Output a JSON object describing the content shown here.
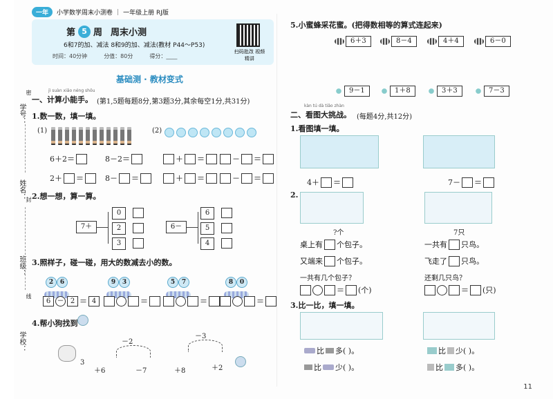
{
  "topbar": {
    "badge": "一年",
    "series": "小学数学周末小测卷",
    "edition": "一年级上册 RJ版"
  },
  "header": {
    "week_prefix": "第",
    "week_number": "5",
    "week_suffix": "周",
    "title": "周末小测",
    "subtitle": "6和7的加、减法  8和9的加、减法(教材 P44～P53)",
    "time": "时间：40分钟",
    "score_total": "分值：80分",
    "score": "得分：____",
    "qr_label": "扫码批改 视频精讲"
  },
  "sidebar": {
    "student_no": "学号：",
    "name": "姓名：",
    "class": "班级：",
    "school": "学校：",
    "cut1": "密",
    "cut2": "封",
    "cut3": "线"
  },
  "section": {
    "title": "基础测 · 教材变式"
  },
  "part1": {
    "pinyin": "jì suàn xiǎo néng shǒu",
    "title": "一、计算小能手。",
    "instructions": "(第1,5题每题8分,第3题3分,其余每空1分,共31分)"
  },
  "q1": {
    "title": "1.数一数，填一填。",
    "label1": "(1)",
    "label2": "(2)",
    "eq_left": [
      "6＋2＝",
      "8－2＝",
      "2＋",
      "8－"
    ],
    "eq_right_ops": [
      "＋",
      "＝",
      "－",
      "＝"
    ]
  },
  "q2": {
    "title": "2.想一想，算一算。",
    "tree1_root": "7＋",
    "tree1_branches": [
      "0",
      "2",
      "3"
    ],
    "tree2_root": "6－",
    "tree2_branches": [
      "6",
      "5",
      "4"
    ]
  },
  "q3": {
    "title": "3.照样子，碰一碰，用大的数减去小的数。",
    "pairs": [
      [
        "2",
        "6"
      ],
      [
        "9",
        "3"
      ],
      [
        "5",
        "7"
      ],
      [
        "8",
        "0"
      ]
    ],
    "example": [
      "6",
      "－",
      "2",
      "＝",
      "4"
    ]
  },
  "q4": {
    "title": "4.帮小狗找到",
    "start": "3",
    "ops_top": [
      "－2",
      "－3"
    ],
    "ops_bottom": [
      "＋6",
      "－7",
      "＋8",
      "＋2"
    ]
  },
  "q5": {
    "title": "5.小蜜蜂采花蜜。(把得数相等的算式连起来)",
    "bees": [
      "6＋3",
      "8－4",
      "4＋4",
      "6－0"
    ],
    "flowers": [
      "9－1",
      "1＋8",
      "3＋3",
      "7－3"
    ]
  },
  "part2": {
    "pinyin": "kàn tú dà tiǎo zhàn",
    "title": "二、看图大挑战。",
    "instructions": "(每题4分,共12分)"
  },
  "p2q1": {
    "title": "1.看图填一填。",
    "left_eq": "4＋",
    "right_eq": "7－"
  },
  "p2q2": {
    "num": "2.",
    "left_caption": "?个",
    "right_caption": "7只",
    "left_lines": [
      "桌上有",
      "个包子。",
      "又端来",
      "个包子。",
      "一共有几个包子？"
    ],
    "right_lines": [
      "一共有",
      "只鸟。",
      "飞走了",
      "只鸟。",
      "还剩几只鸟？"
    ],
    "left_unit": "(个)",
    "right_unit": "(只)"
  },
  "p2q3": {
    "title": "3.比一比，填一填。",
    "left_lines": [
      "比",
      "多(    )。",
      "比",
      "少(    )。"
    ],
    "right_lines": [
      "比",
      "少(    )。",
      "比",
      "多(    )。"
    ]
  },
  "page_number": "11"
}
